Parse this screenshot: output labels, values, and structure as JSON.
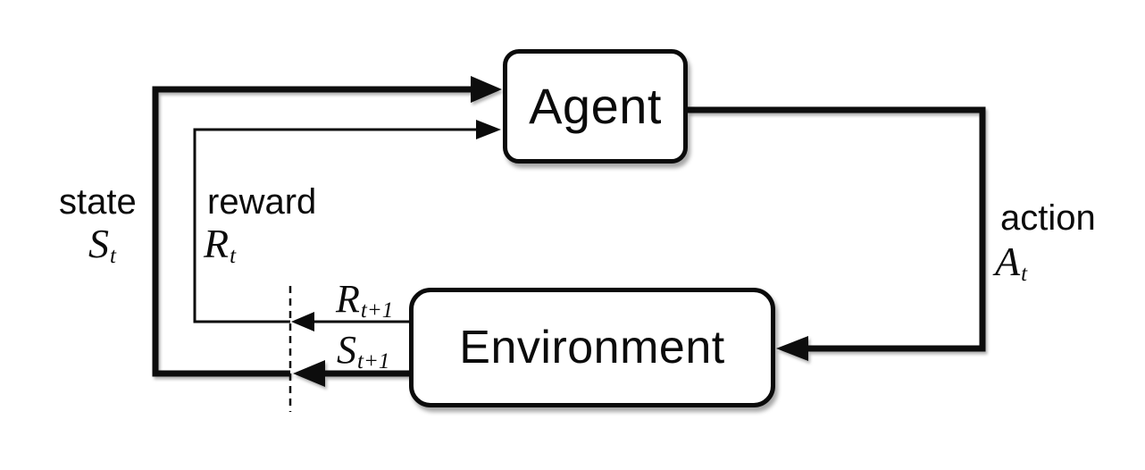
{
  "colors": {
    "ink": "#0b0b0b",
    "background": "#ffffff"
  },
  "nodes": {
    "agent": {
      "label": "Agent"
    },
    "environment": {
      "label": "Environment"
    }
  },
  "labels": {
    "state": {
      "word": "state",
      "base": "S",
      "sub": "t"
    },
    "reward": {
      "word": "reward",
      "base": "R",
      "sub": "t"
    },
    "action": {
      "word": "action",
      "base": "A",
      "sub": "t"
    },
    "next_reward": {
      "base": "R",
      "sub": "t+1"
    },
    "next_state": {
      "base": "S",
      "sub": "t+1"
    }
  }
}
